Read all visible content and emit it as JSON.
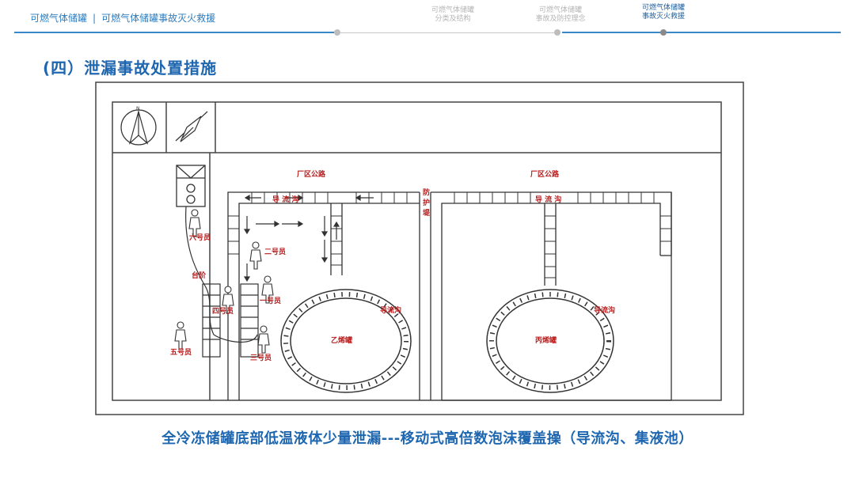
{
  "header": {
    "breadcrumb_root": "可燃气体储罐",
    "breadcrumb_sep": "|",
    "breadcrumb_current": "可燃气体储罐事故灭火救援",
    "steps": [
      {
        "line1": "可燃气体储罐",
        "line2": "分类及结构"
      },
      {
        "line1": "可燃气体储罐",
        "line2": "事故及防控理念"
      },
      {
        "line1": "可燃气体储罐",
        "line2": "事故灭火救援"
      }
    ]
  },
  "section_title": "(四）泄漏事故处置措施",
  "diagram": {
    "road_left": "厂区公路",
    "road_right": "厂区公路",
    "dike_label": [
      "防",
      "护",
      "堤"
    ],
    "channel_top_left": "导 流 沟",
    "channel_top_right": "导 流 沟",
    "channel_ring_left": "导流沟",
    "channel_ring_right": "导流沟",
    "tank_left": "乙烯罐",
    "tank_right": "丙烯罐",
    "stairs": "台阶",
    "north": "N",
    "staff": [
      "一号员",
      "二号员",
      "三号员",
      "四号员",
      "五号员",
      "六号员"
    ]
  },
  "caption": "全冷冻储罐底部低温液体少量泄漏---移动式高倍数泡沫覆盖操（导流沟、集液池）"
}
